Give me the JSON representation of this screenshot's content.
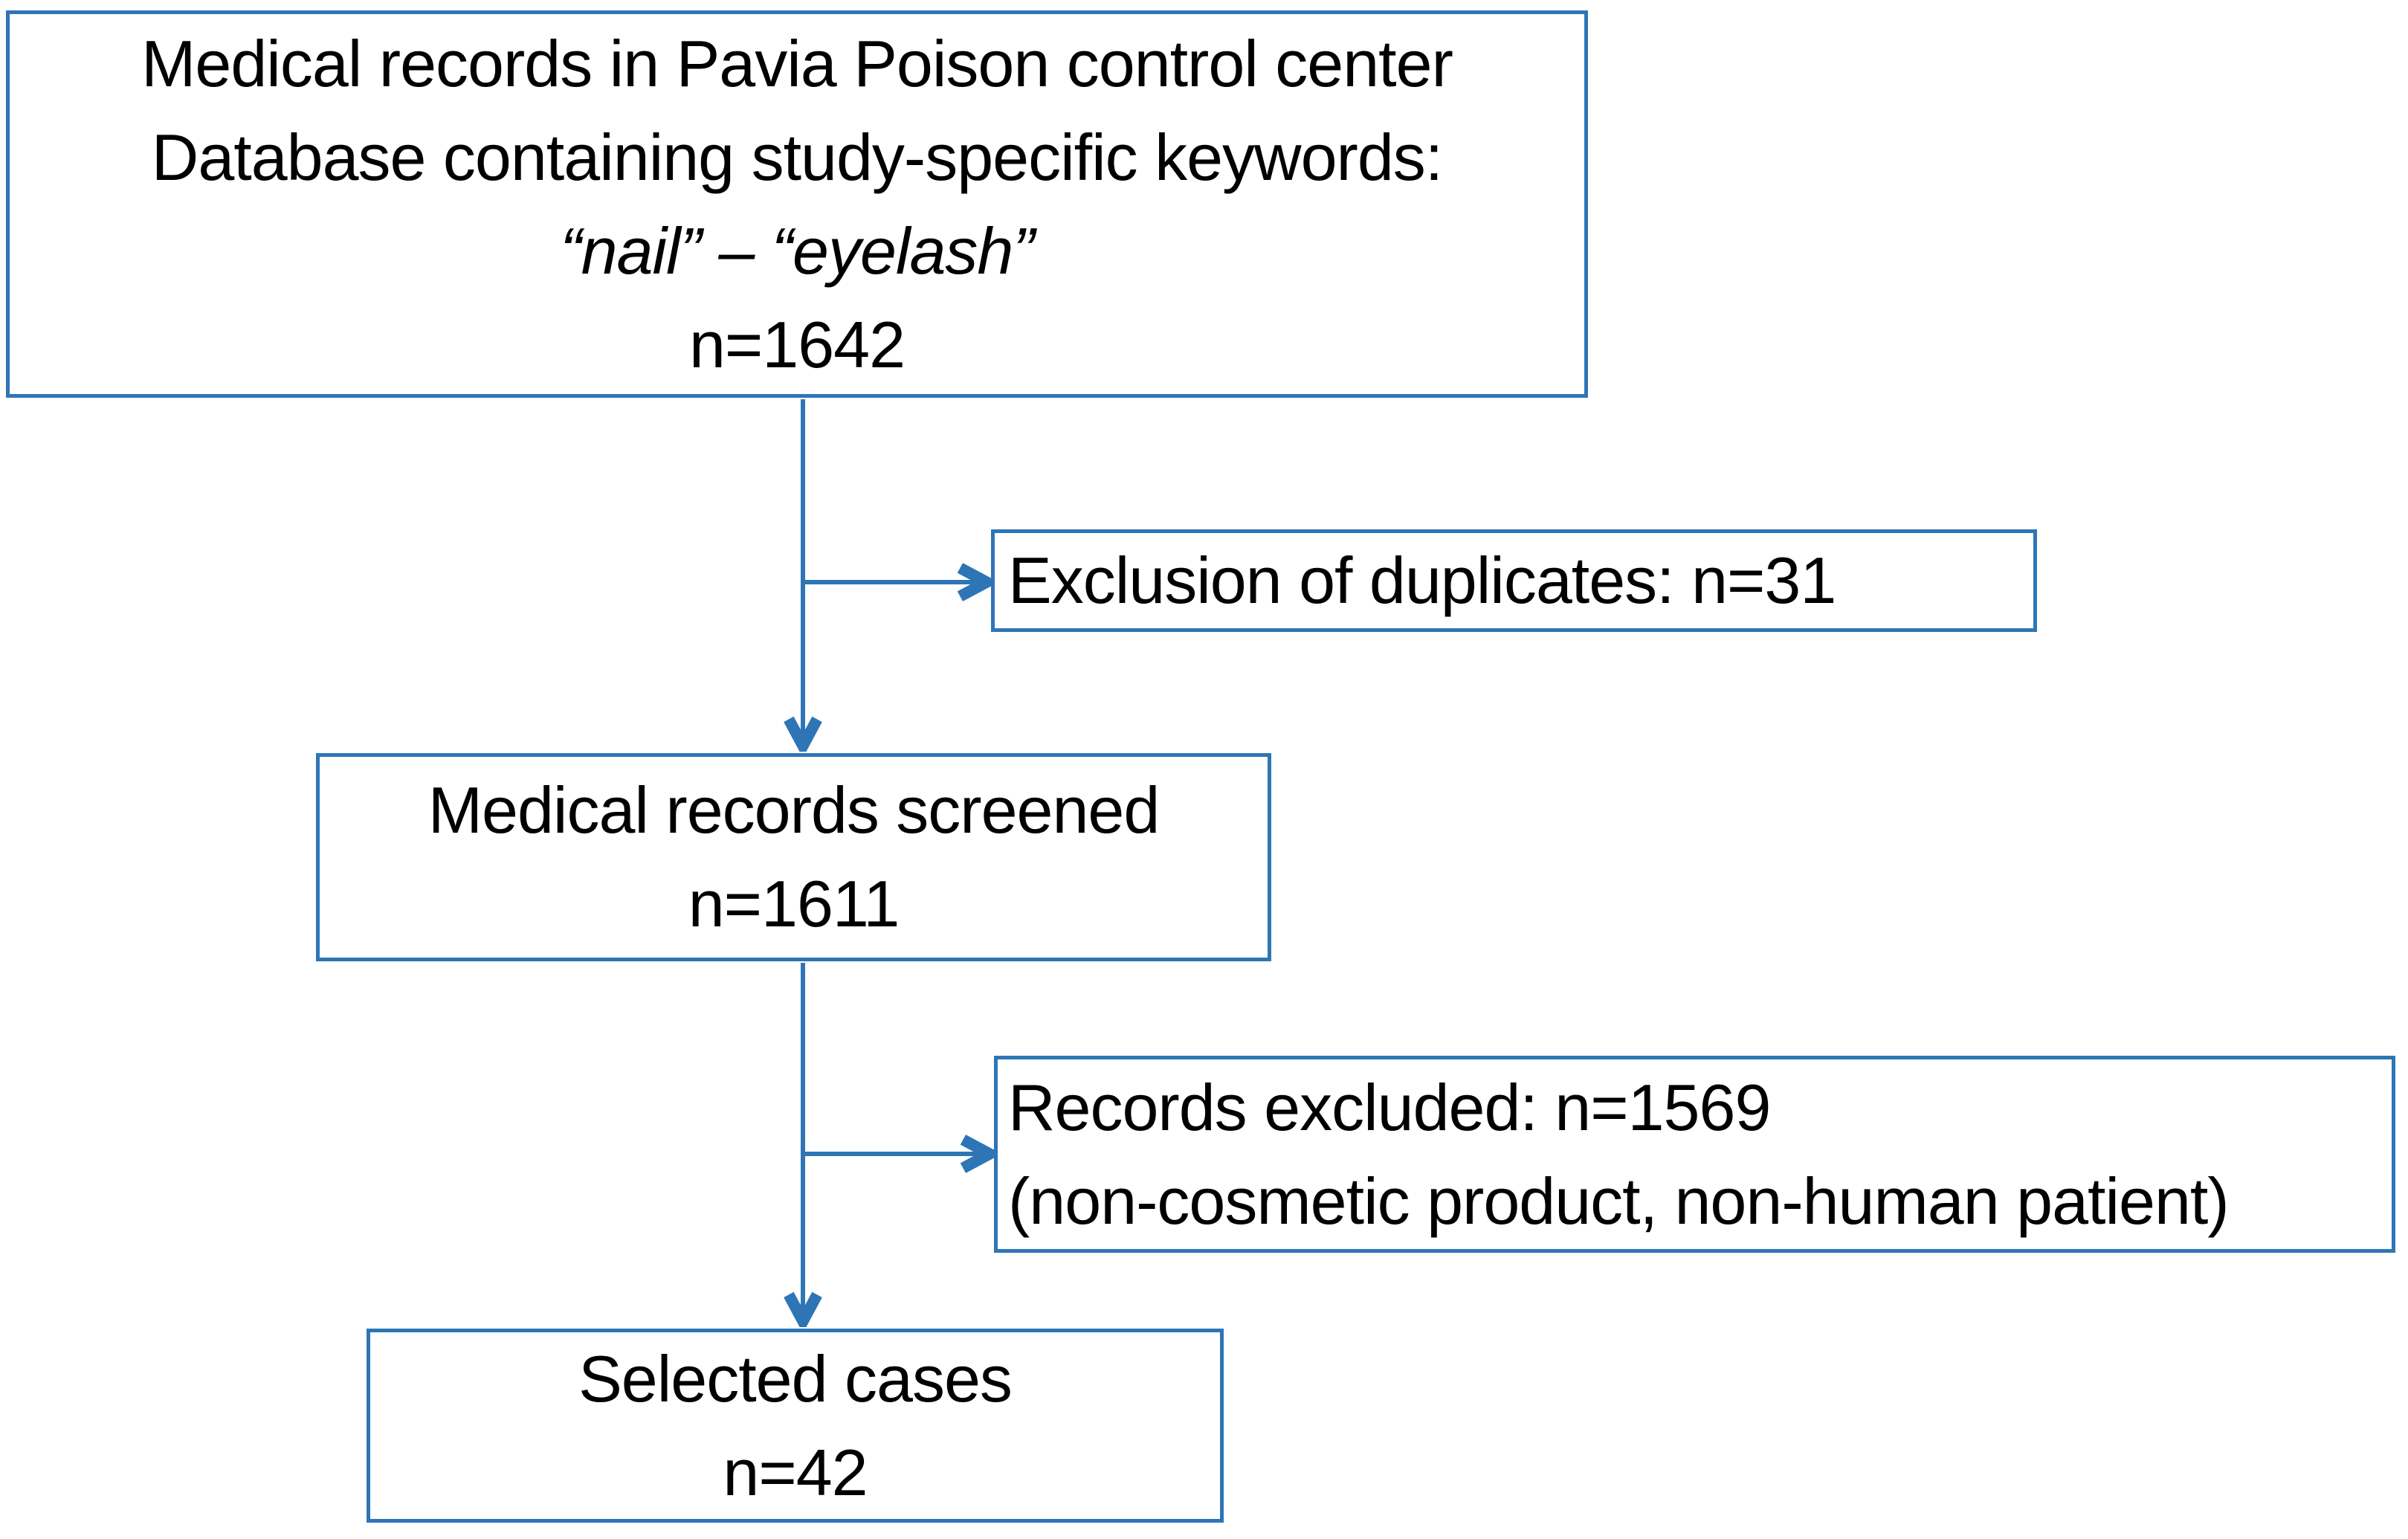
{
  "accent_color": "#2E75B6",
  "text_color": "#000000",
  "flowchart": {
    "source_box": {
      "line1": "Medical records in Pavia Poison control center",
      "line2": "Database containing study-specific keywords:",
      "keywords_line": "“nail” – “eyelash”",
      "count_line": "n=1642"
    },
    "duplicates_box": {
      "label": "Exclusion of duplicates: n=31"
    },
    "screened_box": {
      "label": "Medical records screened",
      "count_line": "n=1611"
    },
    "excluded_box": {
      "label": "Records excluded: n=1569",
      "detail": "(non-cosmetic product, non-human patient)"
    },
    "selected_box": {
      "label": "Selected cases",
      "count_line": "n=42"
    }
  }
}
